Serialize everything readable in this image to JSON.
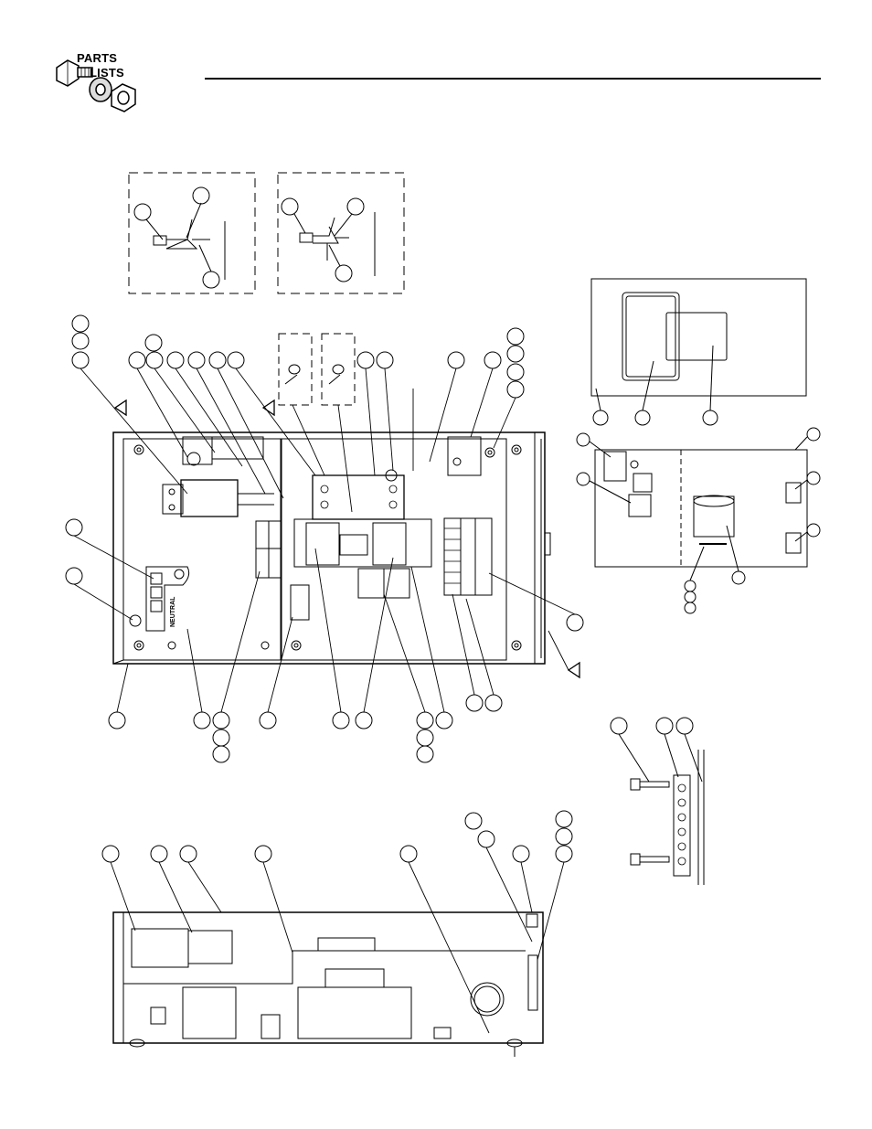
{
  "header": {
    "logo_line1": "PARTS",
    "logo_line2": "LISTS"
  },
  "panel_labels": {
    "neutral": "NEUTRAL"
  },
  "colors": {
    "line": "#000000",
    "background": "#ffffff"
  },
  "icons": [
    "nut-icon",
    "washer-icon",
    "bolt-icon",
    "arrow-marker-icon"
  ]
}
